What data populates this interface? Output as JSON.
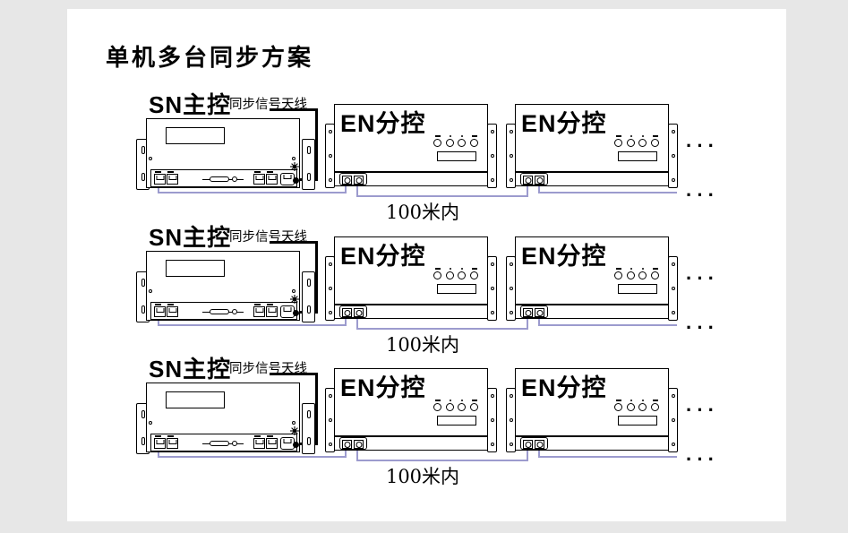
{
  "title": "单机多台同步方案",
  "colors": {
    "bg": "#e7e7e7",
    "canvas": "#ffffff",
    "ink": "#000000",
    "wire": "#9c9bce"
  },
  "rows": [
    {
      "sn_label": "SN主控",
      "antenna_label": "同步信号天线",
      "en1_label": "EN分控",
      "en2_label": "EN分控",
      "distance_label": "100米内",
      "ellipsis_top": "···",
      "ellipsis_bottom": "···"
    },
    {
      "sn_label": "SN主控",
      "antenna_label": "同步信号天线",
      "en1_label": "EN分控",
      "en2_label": "EN分控",
      "distance_label": "100米内",
      "ellipsis_top": "···",
      "ellipsis_bottom": "···"
    },
    {
      "sn_label": "SN主控",
      "antenna_label": "同步信号天线",
      "en1_label": "EN分控",
      "en2_label": "EN分控",
      "distance_label": "100米内",
      "ellipsis_top": "···",
      "ellipsis_bottom": "···"
    }
  ]
}
